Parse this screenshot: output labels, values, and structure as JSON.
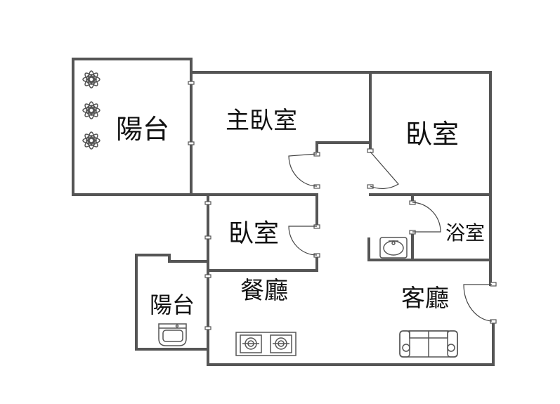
{
  "rooms": {
    "balcony_top": "陽台",
    "master_bedroom": "主臥室",
    "bedroom_right": "臥室",
    "bedroom_middle": "臥室",
    "bathroom": "浴室",
    "balcony_bottom": "陽台",
    "dining_room": "餐廳",
    "living_room": "客廳"
  },
  "colors": {
    "wall": "#555555",
    "label": "#111111",
    "background": "#ffffff"
  },
  "icons": [
    "flower-icon",
    "sink-icon",
    "washing-machine-icon",
    "stove-icon",
    "sofa-icon"
  ]
}
